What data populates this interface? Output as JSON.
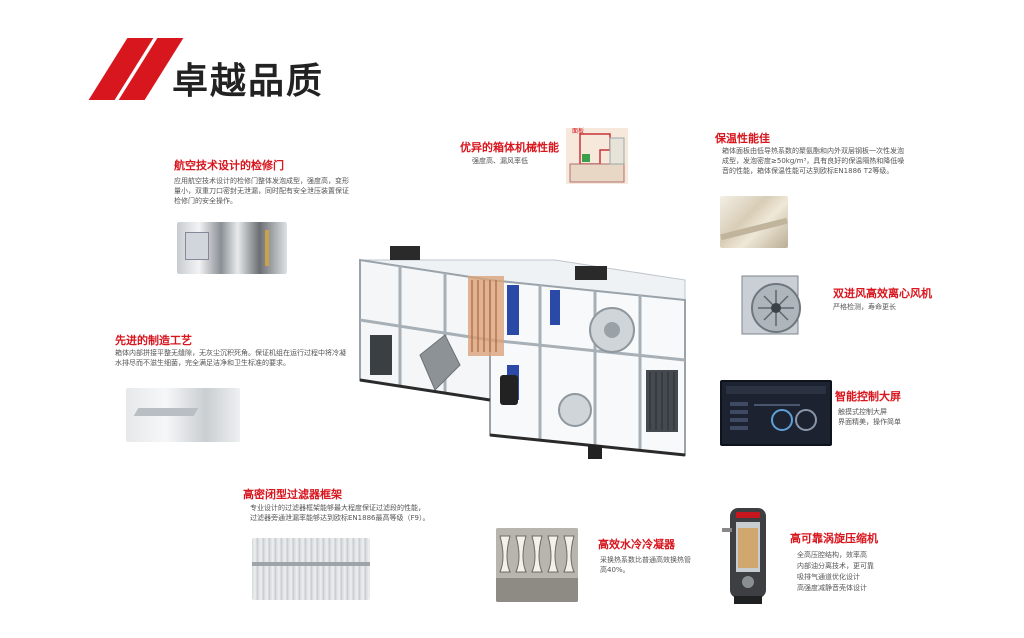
{
  "header": {
    "title": "卓越品质",
    "accent": "#d8161e"
  },
  "features": {
    "door": {
      "title": "航空技术设计的检修门",
      "desc": "应用航空技术设计的检修门整体发泡成型，强度高，变形量小，双重刀口密封无泄漏，同时配有安全泄压装置保证检修门的安全操作。"
    },
    "cabinet": {
      "title": "优异的箱体机械性能",
      "desc": "强度高、漏风率低",
      "diagram_label": "面板"
    },
    "insulation": {
      "title": "保温性能佳",
      "desc": "箱体面板由低导热系数的聚氨酯和内外双层钢板一次性发泡成型，发泡密度≥50kg/m³，具有良好的保温隔热和降低噪音的性能，箱体保温性能可达到欧标EN1886 T2等级。"
    },
    "manufacturing": {
      "title": "先进的制造工艺",
      "desc": "箱体内部拼接平整无缝隙，无灰尘沉积死角。保证机组在运行过程中将冷凝水排尽而不滋生细菌，完全满足洁净和卫生标准的要求。"
    },
    "fan": {
      "title": "双进风高效离心风机",
      "desc": "严格检测，寿命更长"
    },
    "control": {
      "title": "智能控制大屏",
      "desc": "触摸式控制大屏\n界面精美，操作简单"
    },
    "filter": {
      "title": "高密闭型过滤器框架",
      "desc": "专业设计的过滤器框架能够最大程度保证过滤段的性能，过滤器旁通泄漏率能够达到欧标EN1886最高等级（F9）。"
    },
    "condenser": {
      "title": "高效水冷冷凝器",
      "desc": "采换热系数比普通高效换热管高40%。"
    },
    "compressor": {
      "title": "高可靠涡旋压缩机",
      "desc": "全高压腔结构，效率高\n内部油分离技术，更可靠\n吸排气通道优化设计\n高强度减静音壳体设计"
    }
  }
}
